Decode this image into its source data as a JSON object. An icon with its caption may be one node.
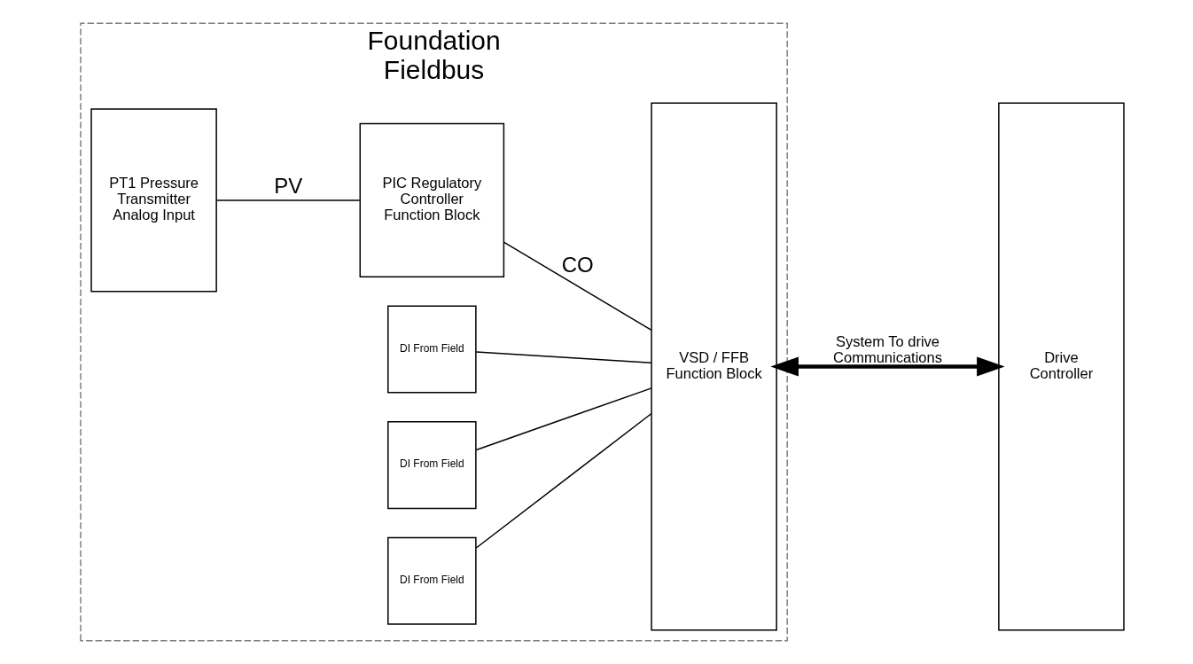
{
  "diagram": {
    "nodes": [
      {
        "text": [
          "Foundation Fieldbus"
        ]
      },
      {
        "text": [
          "PT1 Pressure Transmitter Analog Input"
        ],
        "in": 0
      },
      {
        "text": [
          "PIC Regulatory Controller Function Block"
        ],
        "in": 0
      },
      {
        "text": [
          "VSD / FFB Function Block"
        ],
        "in": 0
      },
      {
        "text": [
          "DI From Field"
        ],
        "in": 0
      },
      {
        "text": [
          "DI From Field"
        ],
        "in": 0
      },
      {
        "text": [
          "DI From Field"
        ],
        "in": 0
      },
      {
        "text": [
          "Drive Controller"
        ]
      }
    ],
    "edges": [
      {
        "from": 1,
        "to": 2,
        "arrow": "none",
        "label": "PV"
      },
      {
        "from": 2,
        "to": 3,
        "arrow": "none",
        "label": "CO"
      },
      {
        "from": 4,
        "to": 3,
        "arrow": "none"
      },
      {
        "from": 5,
        "to": 3,
        "arrow": "none"
      },
      {
        "from": 6,
        "to": 3,
        "arrow": "none"
      },
      {
        "from": 3,
        "to": 7,
        "arrow": "both",
        "label": "System To drive Communications",
        "style": "thick"
      }
    ]
  }
}
